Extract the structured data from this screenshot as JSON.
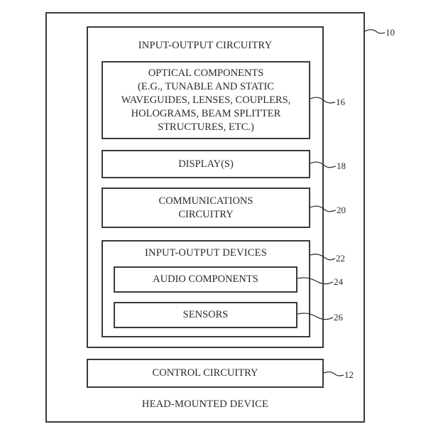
{
  "diagram": {
    "device": {
      "title": "HEAD-MOUNTED DEVICE",
      "ref": "10"
    },
    "io_circuitry": {
      "title": "INPUT-OUTPUT CIRCUITRY"
    },
    "optical_components": {
      "lines": [
        "OPTICAL COMPONENTS",
        "(E.G., TUNABLE AND STATIC",
        "WAVEGUIDES, LENSES, COUPLERS,",
        "HOLOGRAMS, BEAM SPLITTER",
        "STRUCTURES, ETC.)"
      ],
      "ref": "16"
    },
    "displays": {
      "title": "DISPLAY(S)",
      "ref": "18"
    },
    "communications": {
      "lines": [
        "COMMUNICATIONS",
        "CIRCUITRY"
      ],
      "ref": "20"
    },
    "io_devices": {
      "title": "INPUT-OUTPUT DEVICES",
      "ref": "22"
    },
    "audio": {
      "title": "AUDIO COMPONENTS",
      "ref": "24"
    },
    "sensors": {
      "title": "SENSORS",
      "ref": "26"
    },
    "control": {
      "title": "CONTROL CIRCUITRY",
      "ref": "12"
    }
  }
}
